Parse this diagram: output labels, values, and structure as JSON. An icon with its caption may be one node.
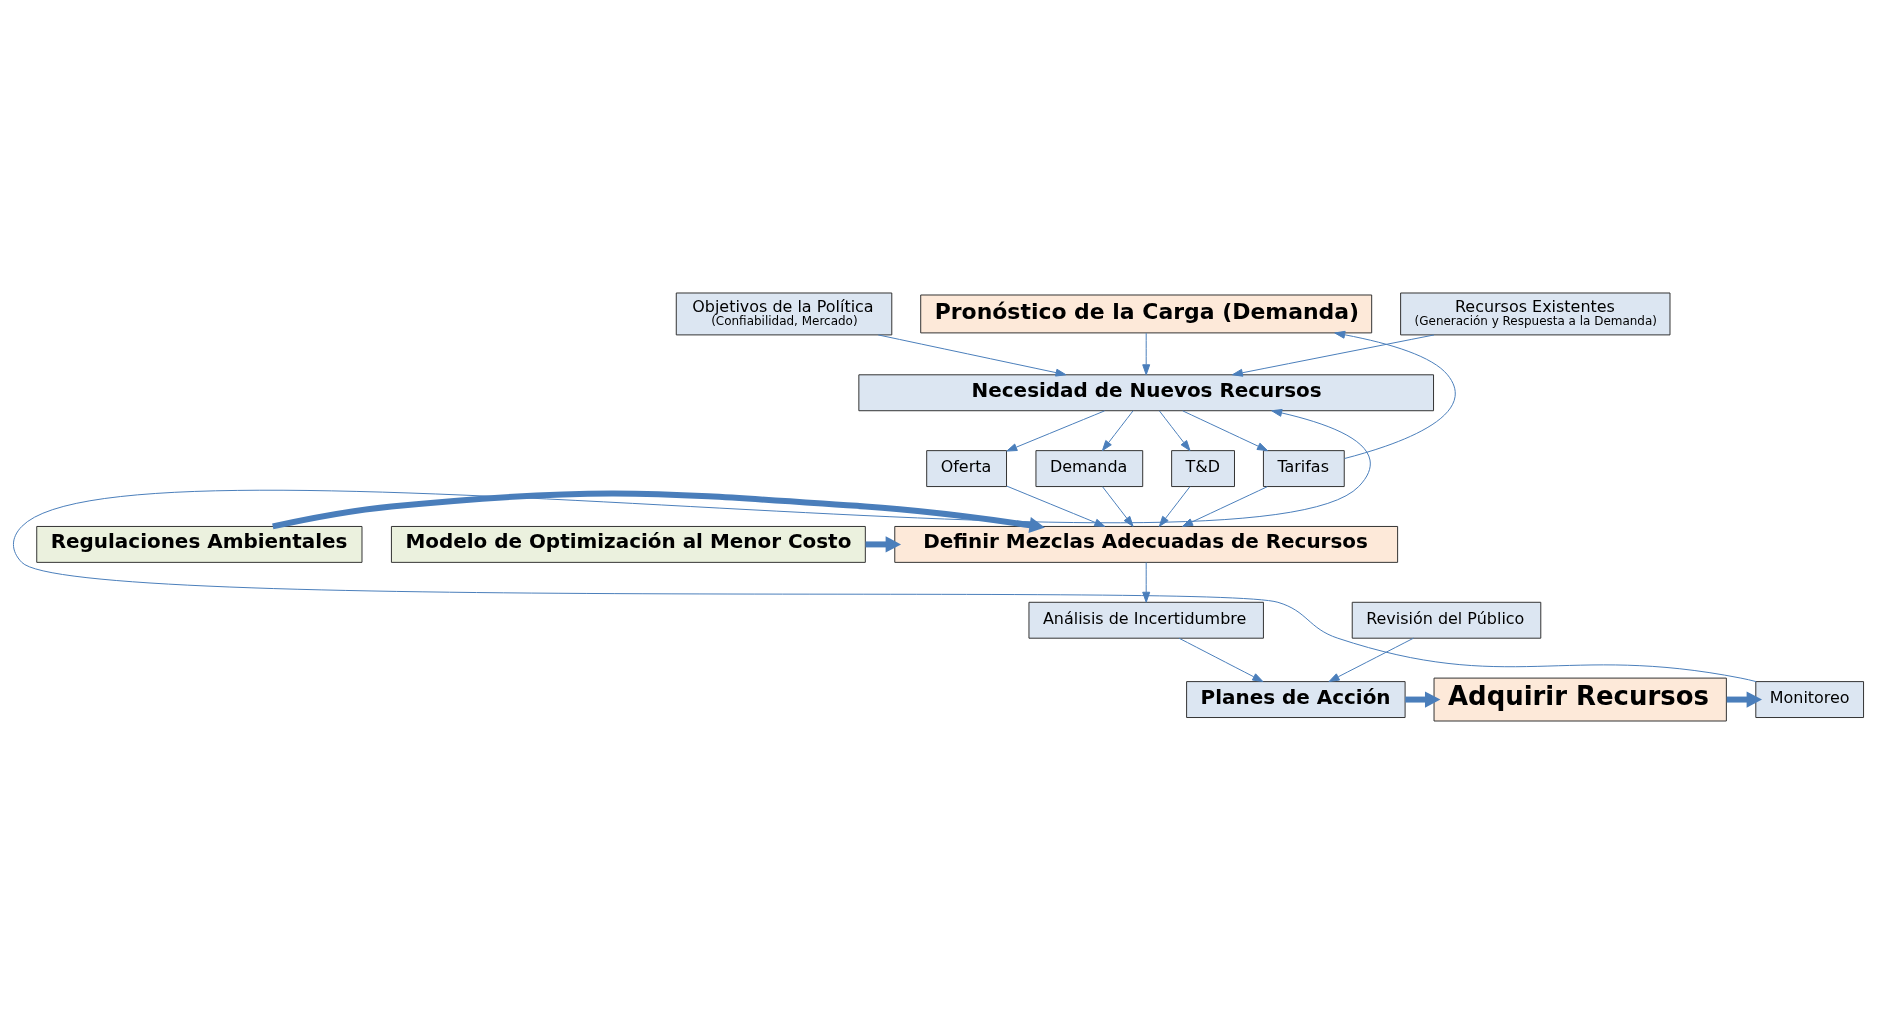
{
  "diagram": {
    "nodes": [
      {
        "text": [
          "Objetivos de la Política",
          "(Confiabilidad, Mercado)"
        ]
      },
      {
        "text": [
          "Pronóstico de la Carga (Demanda)"
        ]
      },
      {
        "text": [
          "Recursos Existentes",
          "(Generación y Respuesta a la Demanda)"
        ]
      },
      {
        "text": [
          "Necesidad de Nuevos Recursos"
        ]
      },
      {
        "text": [
          "Oferta"
        ]
      },
      {
        "text": [
          "Demanda"
        ]
      },
      {
        "text": [
          "T&D"
        ]
      },
      {
        "text": [
          "Tarifas"
        ]
      },
      {
        "text": [
          "Regulaciones Ambientales"
        ]
      },
      {
        "text": [
          "Definir Mezclas Adecuadas de Recursos"
        ]
      },
      {
        "text": [
          "Modelo de Optimización al Menor Costo"
        ]
      },
      {
        "text": [
          "Análisis de Incertidumbre"
        ]
      },
      {
        "text": [
          "Revisión del Público"
        ]
      },
      {
        "text": [
          "Monitoreo"
        ]
      },
      {
        "text": [
          "Adquirir Recursos"
        ]
      },
      {
        "text": [
          "Planes de Acción"
        ]
      }
    ],
    "edges": [
      {
        "from": 0,
        "to": 3,
        "arrow": "to"
      },
      {
        "from": 1,
        "to": 3,
        "arrow": "to"
      },
      {
        "from": 2,
        "to": 3,
        "arrow": "to"
      },
      {
        "from": 3,
        "to": 4,
        "arrow": "to"
      },
      {
        "from": 3,
        "to": 5,
        "arrow": "to"
      },
      {
        "from": 3,
        "to": 6,
        "arrow": "to"
      },
      {
        "from": 3,
        "to": 7,
        "arrow": "to"
      },
      {
        "from": 7,
        "to": 1,
        "arrow": "to"
      },
      {
        "from": 4,
        "to": 9,
        "arrow": "to"
      },
      {
        "from": 5,
        "to": 9,
        "arrow": "to"
      },
      {
        "from": 6,
        "to": 9,
        "arrow": "to"
      },
      {
        "from": 7,
        "to": 9,
        "arrow": "to"
      },
      {
        "from": 8,
        "to": 9,
        "arrow": "to",
        "style": "thick"
      },
      {
        "from": 10,
        "to": 9,
        "arrow": "to",
        "style": "thick"
      },
      {
        "from": 9,
        "to": 11,
        "arrow": "to"
      },
      {
        "from": 11,
        "to": 15,
        "arrow": "to"
      },
      {
        "from": 12,
        "to": 15,
        "arrow": "to"
      },
      {
        "from": 15,
        "to": 14,
        "arrow": "to",
        "style": "thick"
      },
      {
        "from": 14,
        "to": 13,
        "arrow": "to",
        "style": "thick"
      },
      {
        "from": 13,
        "to": 3,
        "arrow": "to"
      }
    ]
  }
}
